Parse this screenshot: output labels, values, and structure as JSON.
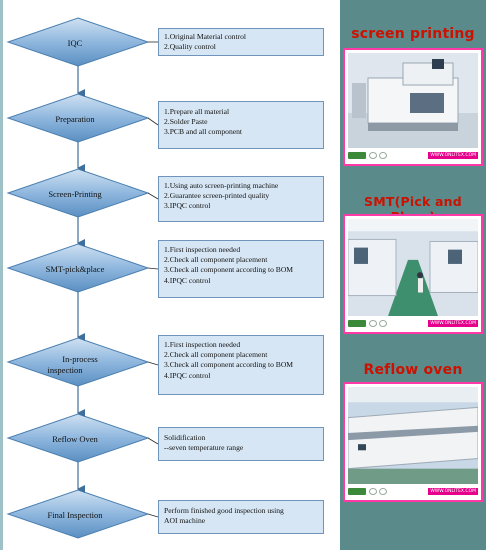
{
  "flow_steps": [
    {
      "label": "IQC",
      "details": [
        "1.Original Material control",
        "2.Quality control"
      ]
    },
    {
      "label": "Preparation",
      "details": [
        "1.Prepare all material",
        "2.Solder Paste",
        "3.PCB and all component"
      ]
    },
    {
      "label": "Screen-Printing",
      "details": [
        "1.Using auto screen-printing machine",
        "2.Guarantee screen-printed quality",
        "3.IPQC control"
      ]
    },
    {
      "label": "SMT-pick&place",
      "details": [
        "1.First inspection needed",
        "2.Check all component placement",
        "3.Check all component according to BOM",
        "4.IPQC control"
      ]
    },
    {
      "label": "In-process inspection",
      "label_lines": [
        "In-process",
        "inspection"
      ],
      "details": [
        "1.First inspection needed",
        "2.Check all component placement",
        "3.Check all component according to BOM",
        "4.IPQC control"
      ]
    },
    {
      "label": "Reflow Oven",
      "details": [
        "Solidification",
        "--seven temperature range"
      ]
    },
    {
      "label": "Final Inspection",
      "details": [
        "Perform  finished  good  inspection  using",
        "AOI machine"
      ]
    }
  ],
  "photos": [
    {
      "title": "screen printing",
      "brand_text": "WWW.ONLITEX.COM"
    },
    {
      "title": "SMT(Pick and Place)",
      "brand_text": "WWW.ONLITEX.COM"
    },
    {
      "title": "Reflow oven",
      "brand_text": "WWW.ONLITEX.COM"
    }
  ],
  "colors": {
    "diamond_fill": "#6b9fcf",
    "diamond_stroke": "#4a7fb0",
    "box_fill": "#d6e6f4",
    "panel_bg": "#5b8a8a",
    "title_red": "#cc1100",
    "frame_pink": "#ff3aa8"
  }
}
